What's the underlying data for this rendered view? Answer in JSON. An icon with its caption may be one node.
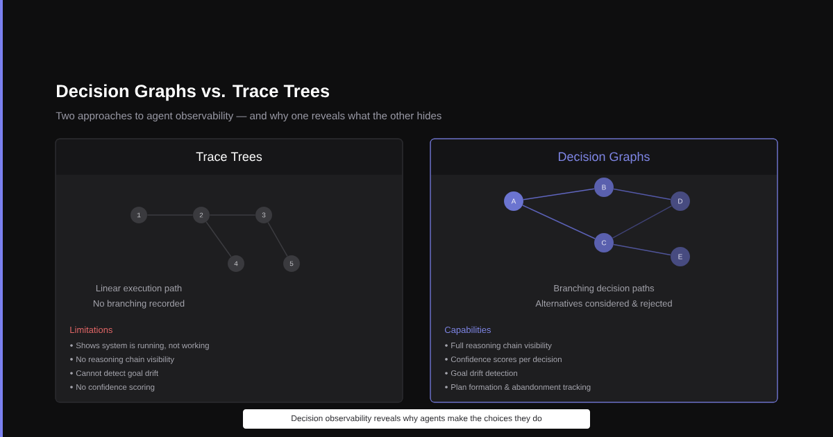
{
  "diagram": {
    "title": "Decision Graphs vs. Trace Trees",
    "nodes": [
      {
        "text": [
          "Trace Trees",
          "Linear execution path",
          "No branching recorded",
          "Limitations",
          "Shows system is running, not working",
          "No reasoning chain visibility",
          "Cannot detect goal drift",
          "No confidence scoring"
        ]
      },
      {
        "text": [
          "1"
        ],
        "in": 0
      },
      {
        "text": [
          "2"
        ],
        "in": 0
      },
      {
        "text": [
          "3"
        ],
        "in": 0
      },
      {
        "text": [
          "4"
        ],
        "in": 0
      },
      {
        "text": [
          "5"
        ],
        "in": 0
      },
      {
        "text": [
          "Decision Graphs",
          "Branching decision paths",
          "Alternatives considered & rejected",
          "Capabilities",
          "Full reasoning chain visibility",
          "Confidence scores per decision",
          "Goal drift detection",
          "Plan formation & abandonment tracking"
        ]
      },
      {
        "text": [
          "A"
        ],
        "in": 6
      },
      {
        "text": [
          "B"
        ],
        "in": 6
      },
      {
        "text": [
          "C"
        ],
        "in": 6
      },
      {
        "text": [
          "D"
        ],
        "in": 6
      },
      {
        "text": [
          "E"
        ],
        "in": 6
      },
      {
        "text": [
          "Decision observability reveals why agents make the choices they do"
        ]
      }
    ],
    "edges": [
      {
        "from": 1,
        "to": 2,
        "arrow": "none",
        "color": "#3c3c40"
      },
      {
        "from": 2,
        "to": 3,
        "arrow": "none",
        "color": "#3c3c40"
      },
      {
        "from": 2,
        "to": 4,
        "arrow": "none",
        "color": "#3c3c40"
      },
      {
        "from": 3,
        "to": 5,
        "arrow": "none",
        "color": "#3c3c40"
      },
      {
        "from": 7,
        "to": 8,
        "arrow": "none",
        "color": "#6066c0"
      },
      {
        "from": 7,
        "to": 9,
        "arrow": "none",
        "color": "#5c62b8"
      },
      {
        "from": 8,
        "to": 10,
        "arrow": "none",
        "color": "#5459a8"
      },
      {
        "from": 9,
        "to": 10,
        "arrow": "none",
        "color": "#3f4275"
      },
      {
        "from": 9,
        "to": 11,
        "arrow": "none",
        "color": "#50559a"
      }
    ],
    "labels": [
      "Two approaches to agent observability — and why one reveals what the other hides"
    ]
  }
}
